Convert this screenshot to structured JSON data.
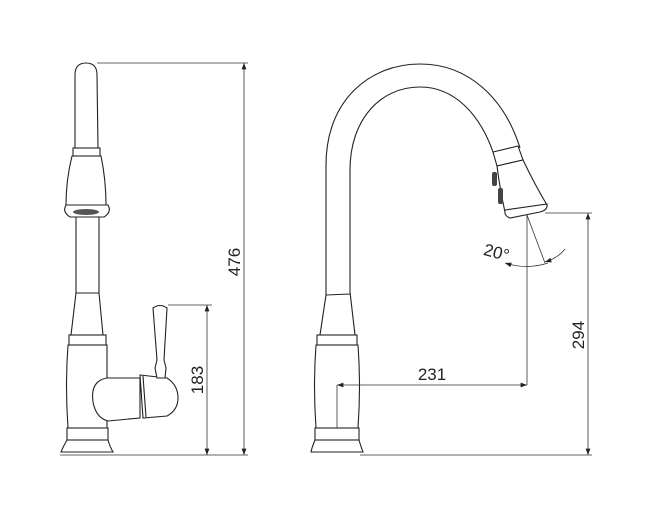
{
  "drawing": {
    "side_view": {
      "overall_height_label": "476",
      "handle_height_label": "183"
    },
    "front_view": {
      "reach_label": "231",
      "spout_height_label": "294",
      "swivel_angle_label": "20°"
    }
  }
}
